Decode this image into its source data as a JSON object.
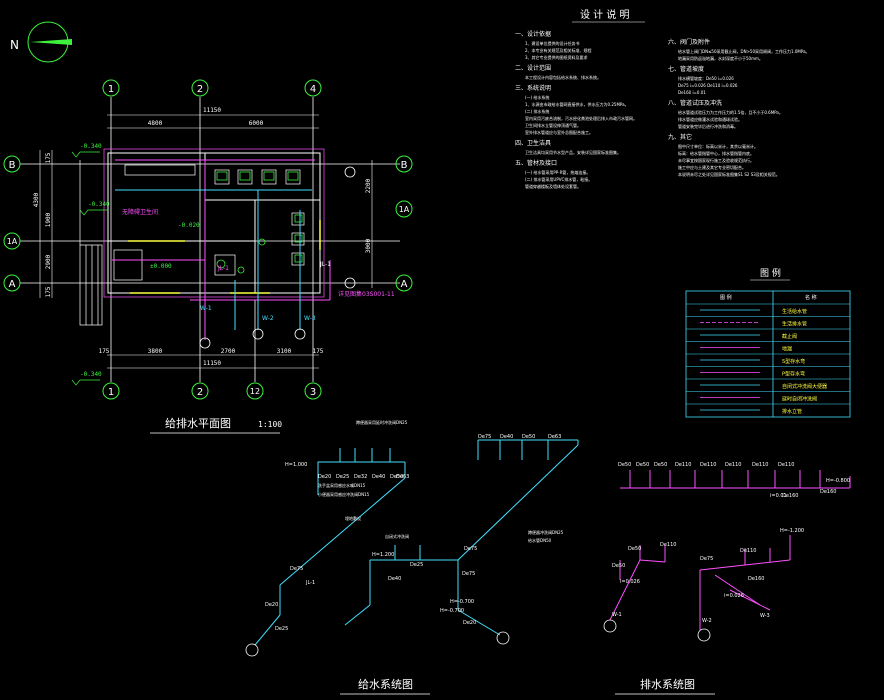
{
  "north_arrow": {
    "label": "N"
  },
  "plan": {
    "axes_top": [
      "1",
      "2",
      "4"
    ],
    "axes_bottom": [
      "1",
      "2",
      "12",
      "3"
    ],
    "axes_left": [
      "B",
      "1A",
      "A"
    ],
    "axes_right": [
      "B",
      "1A",
      "A"
    ],
    "dims_top_total": "11150",
    "dims_top": [
      "4800",
      "6000"
    ],
    "dims_bottom": [
      "175",
      "3800",
      "2700",
      "3100",
      "175",
      "11150"
    ],
    "dims_left": [
      "175",
      "4300",
      "1900",
      "2900",
      "175"
    ],
    "dims_right": [
      "2200",
      "3000"
    ],
    "levels": [
      "-0.340",
      "-0.340",
      "±0.000",
      "-0.020",
      "-0.340"
    ],
    "room_notes": [
      "无障碍卫生间",
      "JL-1"
    ],
    "pipe_markers": [
      "JL-1",
      "W-1",
      "W-2",
      "W-3"
    ],
    "bottom_note": "详见图集03S001-11",
    "title": "给排水平面图",
    "scale": "1:100"
  },
  "design_notes": {
    "title": "设 计 说 明",
    "left_sections": [
      {
        "heading": "一、设计依据",
        "lines": [
          "1、建设单位提供的设计任务书",
          "2、本专业有关规范及相关标准、规程",
          "3、其它专业提供的图纸资料及要求"
        ]
      },
      {
        "heading": "二、设计范围",
        "lines": [
          "本工程设计内容包括给水系统、排水系统。"
        ]
      },
      {
        "heading": "三、系统说明",
        "lines": [
          "(一) 给水系统",
          "1、水源由市政给水管网直接供水，供水压力为0.25MPa。",
          "(二) 排水系统",
          "室内采用污废合流制，污水经化粪池处理后排入市政污水管网。",
          "卫生间排水立管设伸顶通气管。",
          "室外排水管道应与室外总图配合施工。"
        ]
      },
      {
        "heading": "四、卫生洁具",
        "lines": [
          "卫生洁具均采用节水型产品，安装详见国家标准图集。"
        ]
      },
      {
        "heading": "五、管材及接口",
        "lines": [
          "(一) 给水管采用PP-R管，热熔连接。",
          "(二) 排水管采用UPVC排水管，粘接。",
          "管道穿越楼板及墙体处设套管。"
        ]
      }
    ],
    "right_sections": [
      {
        "heading": "六、阀门及附件",
        "lines": [
          "给水管上阀门DN≤50采用截止阀，DN>50采用闸阀，工作压力1.0MPa。",
          "地漏采用防返溢地漏，水封深度不小于50mm。"
        ]
      },
      {
        "heading": "七、管道坡度",
        "lines": [
          "排水横管坡度：De50 i=0.026",
          "De75 i=0.026  De110 i=0.026",
          "De160 i=0.01"
        ]
      },
      {
        "heading": "八、管道试压及冲洗",
        "lines": [
          "给水管道试验压力为工作压力的1.5倍，且不小于0.6MPa。",
          "排水管道应做灌水试验和通球试验。",
          "管道安装完毕后进行冲洗和消毒。"
        ]
      },
      {
        "heading": "九、其它",
        "lines": [
          "图中尺寸单位：标高以米计，其余以毫米计。",
          "标高：给水管指管中心，排水管指管内底。",
          "未尽事宜按国家现行施工及验收规范执行。",
          "施工中应与土建及其它专业密切配合。",
          "本说明未尽之处详见国家标准图集S1 S2 S3及相关规范。"
        ]
      }
    ]
  },
  "legend": {
    "title": "图 例",
    "headers": [
      "图 例",
      "名 称"
    ],
    "rows": [
      "生活给水管",
      "生活排水管",
      "截止阀",
      "地漏",
      "S型存水弯",
      "P型存水弯",
      "自闭式冲洗阀大便器",
      "延时自闭冲洗阀",
      "排水立管"
    ]
  },
  "water_supply_system": {
    "title": "给水系统图",
    "labels": [
      "H=1.000",
      "De20",
      "De25",
      "De32",
      "De40",
      "De50",
      "De63",
      "De75",
      "De40",
      "De50",
      "De63",
      "De75",
      "JL-1",
      "De20",
      "De25",
      "H=1.200",
      "De40",
      "De25",
      "De20",
      "H=-0.700",
      "De75",
      "H=-0.700",
      "De75"
    ],
    "notes": [
      "蹲便器采用延时冲洗阀DN25",
      "洗手盆采用感应水嘴DN15",
      "小便器采用感应冲洗阀DN15",
      "埋地敷设",
      "自闭式冲洗阀",
      "蹲便器冲洗阀DN25",
      "给水管DN50"
    ]
  },
  "drainage_system": {
    "title": "排水系统图",
    "labels": [
      "De50",
      "De50",
      "De50",
      "De110",
      "De110",
      "De110",
      "De110",
      "De110",
      "De160",
      "i=0.01",
      "De160",
      "H=-0.800",
      "De50",
      "De50",
      "i=0.026",
      "De110",
      "De75",
      "W-1",
      "W-2",
      "W-3",
      "De110",
      "De160",
      "i=0.026",
      "H=-1.200"
    ]
  }
}
